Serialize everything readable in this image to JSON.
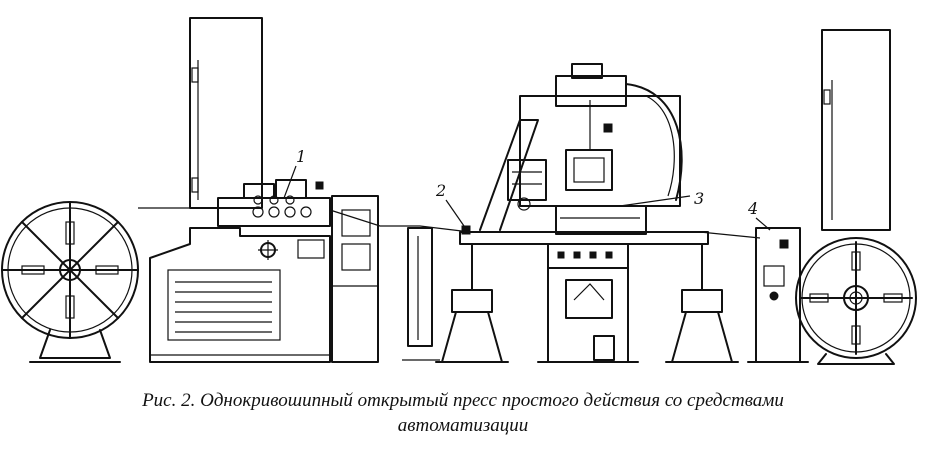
{
  "figure": {
    "callouts": [
      "1",
      "2",
      "3",
      "4"
    ]
  },
  "caption": {
    "line1": "Рис. 2. Однокривошипный открытый пресс простого действия со средствами",
    "line2": "автоматизации"
  }
}
